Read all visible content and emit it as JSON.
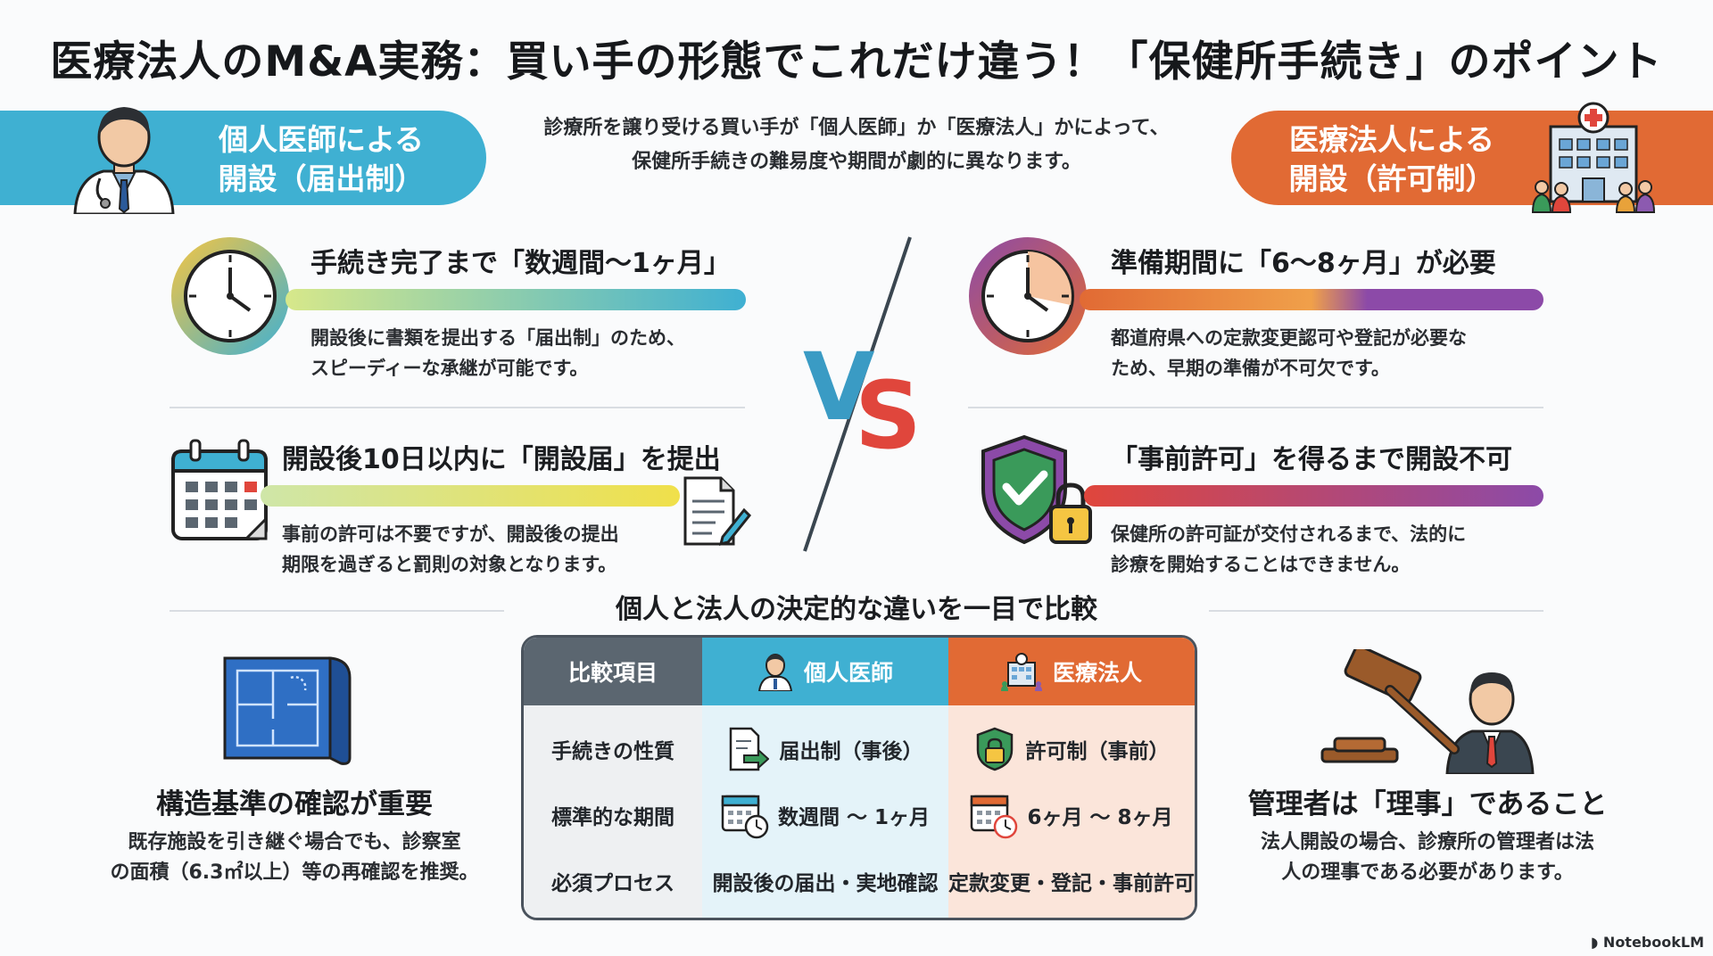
{
  "title": "医療法人のM&A実務：買い手の形態でこれだけ違う！「保健所手続き」のポイント",
  "left_banner": {
    "line1": "個人医師による",
    "line2": "開設（届出制）"
  },
  "right_banner": {
    "line1": "医療法人による",
    "line2": "開設（許可制）"
  },
  "intro": {
    "line1": "診療所を譲り受ける買い手が「個人医師」か「医療法人」かによって、",
    "line2": "保健所手続きの難易度や期間が劇的に異なります。"
  },
  "left_items": [
    {
      "title": "手続き完了まで「数週間～1ヶ月」",
      "desc1": "開設後に書類を提出する「届出制」のため、",
      "desc2": "スピーディーな承継が可能です。"
    },
    {
      "title": "開設後10日以内に「開設届」を提出",
      "desc1": "事前の許可は不要ですが、開設後の提出",
      "desc2": "期限を過ぎると罰則の対象となります。"
    }
  ],
  "right_items": [
    {
      "title": "準備期間に「6～8ヶ月」が必要",
      "desc1": "都道府県への定款変更認可や登記が必要な",
      "desc2": "ため、早期の準備が不可欠です。"
    },
    {
      "title": "「事前許可」を得るまで開設不可",
      "desc1": "保健所の許可証が交付されるまで、法的に",
      "desc2": "診療を開始することはできません。"
    }
  ],
  "vs": {
    "v": "V",
    "s": "S"
  },
  "comparison_title": "個人と法人の決定的な違いを一目で比較",
  "table": {
    "headers": [
      "比較項目",
      "個人医師",
      "医療法人"
    ],
    "rows": [
      [
        "手続きの性質",
        "届出制（事後）",
        "許可制（事前）"
      ],
      [
        "標準的な期間",
        "数週間 ～ 1ヶ月",
        "6ヶ月 ～ 8ヶ月"
      ],
      [
        "必須プロセス",
        "開設後の届出・実地確認",
        "定款変更・登記・事前許可"
      ]
    ]
  },
  "left_note": {
    "title": "構造基準の確認が重要",
    "desc1": "既存施設を引き継ぐ場合でも、診察室",
    "desc2": "の面積（6.3㎡以上）等の再確認を推奨。"
  },
  "right_note": {
    "title": "管理者は「理事」であること",
    "desc1": "法人開設の場合、診療所の管理者は法",
    "desc2": "人の理事である必要があります。"
  },
  "brand": "NotebookLM",
  "colors": {
    "individual": "#3fb0d2",
    "corporate": "#e16a34",
    "table_label": "#5b6670"
  }
}
